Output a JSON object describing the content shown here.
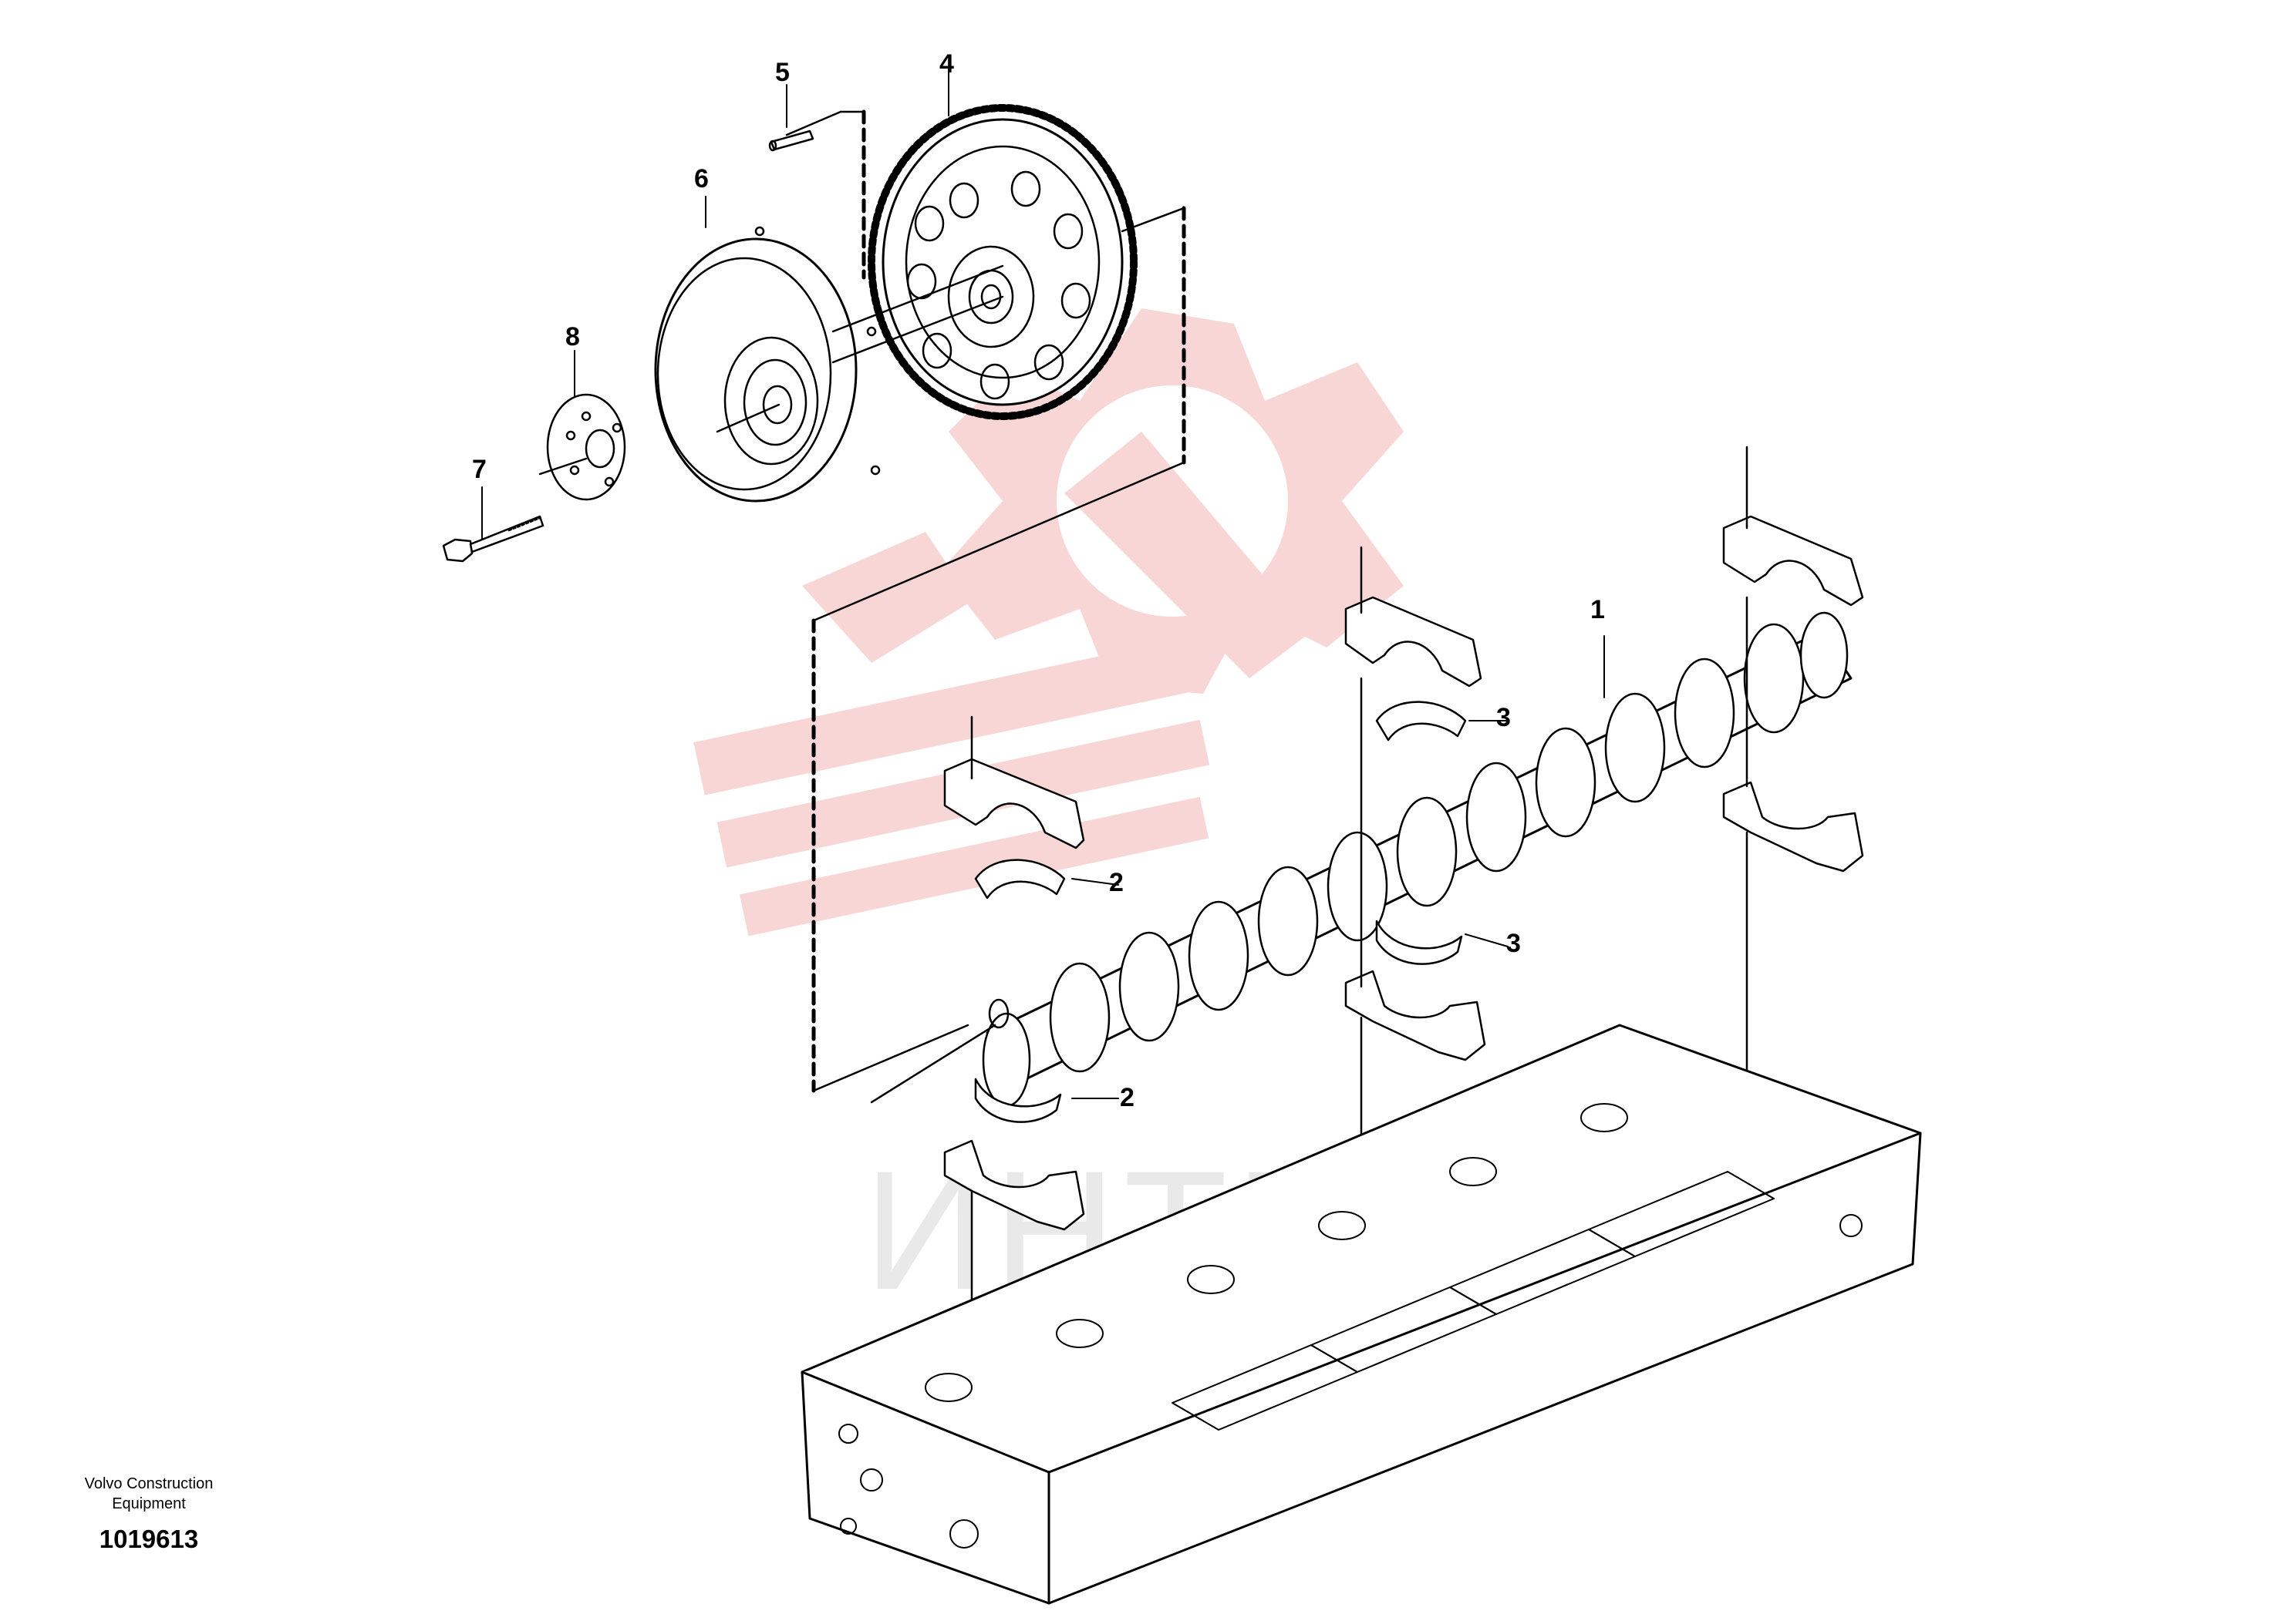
{
  "watermark": {
    "logo_color": "#f8d4d4",
    "text": "ИНТЕК",
    "text_color": "#e9e9e9"
  },
  "callouts": {
    "c1": "1",
    "c2a": "2",
    "c2b": "2",
    "c3a": "3",
    "c3b": "3",
    "c4": "4",
    "c5": "5",
    "c6": "6",
    "c7": "7",
    "c8": "8"
  },
  "footer": {
    "manufacturer_line1": "Volvo Construction",
    "manufacturer_line2": "Equipment",
    "drawing_number": "1019613"
  }
}
